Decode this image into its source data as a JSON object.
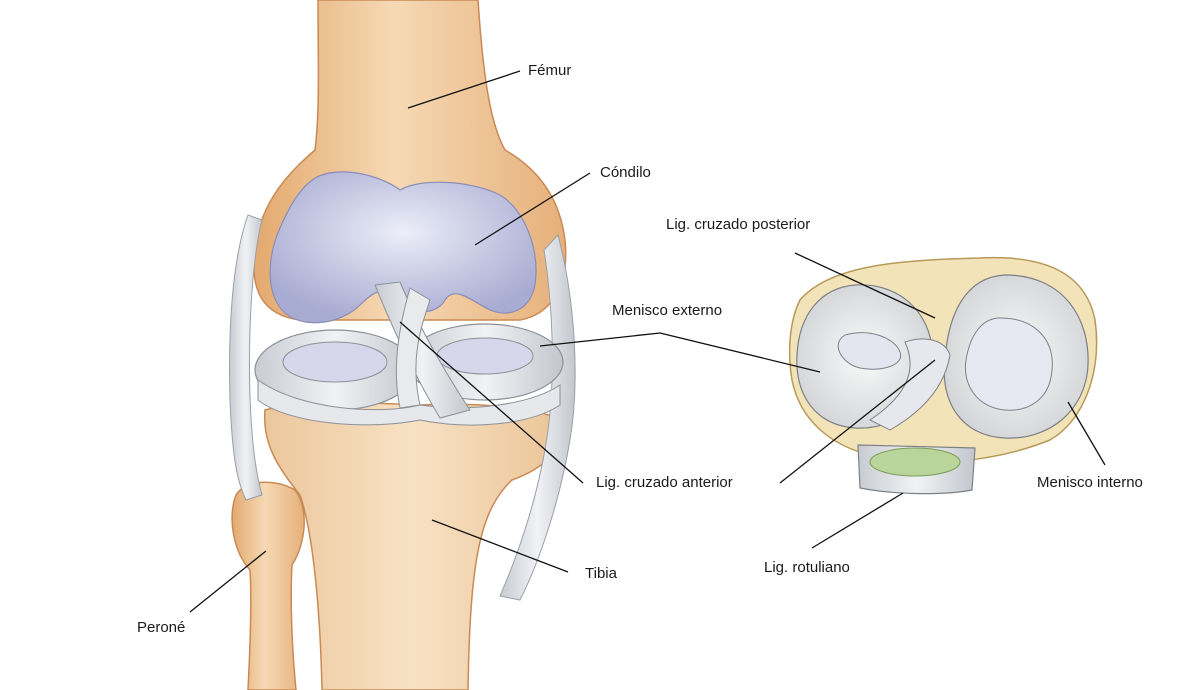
{
  "labels": {
    "femur": "Fémur",
    "condilo": "Cóndilo",
    "lig_cruzado_posterior": "Lig. cruzado posterior",
    "menisco_externo": "Menisco externo",
    "lig_cruzado_anterior": "Lig. cruzado anterior",
    "menisco_interno": "Menisco interno",
    "tibia": "Tibia",
    "lig_rotuliano": "Lig. rotuliano",
    "perone": "Peroné"
  },
  "colors": {
    "bone": "#f0c99a",
    "bone_shade": "#e3a96e",
    "cartilage": "#c9cbe6",
    "ligament": "#dfe2e6",
    "meniscus": "#eeeeee",
    "patellar_fat": "#b9d59a",
    "leader_line": "#111111"
  }
}
